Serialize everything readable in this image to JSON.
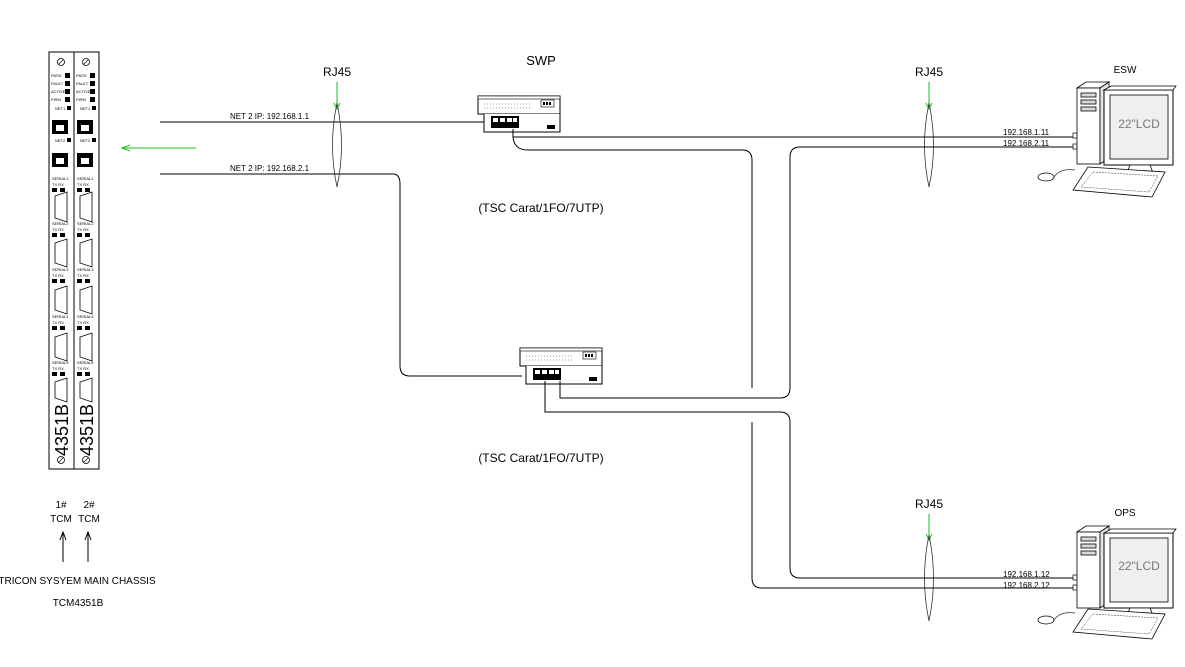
{
  "chassis": {
    "title": "TRICON SYSYEM MAIN CHASSIS",
    "model": "TCM4351B",
    "module_label": "4351B",
    "module1": {
      "num": "1#",
      "name": "TCM"
    },
    "module2": {
      "num": "2#",
      "name": "TCM"
    },
    "status_labels": [
      "PASS",
      "FAULT",
      "ACTIVE",
      "FIRM"
    ],
    "port_labels": [
      "NET1",
      "NET2"
    ],
    "serial_labels": [
      "SERIAL1",
      "SERIAL2",
      "SERIAL3",
      "SERIAL4",
      "SERIAL5"
    ],
    "txrx": "TX  RX"
  },
  "network": {
    "net2_a": "NET 2   IP: 192.168.1.1",
    "net2_b": "NET 2   IP: 192.168.2.1",
    "rj45": "RJ45",
    "swp": "SWP",
    "switch_model": "(TSC Carat/1FO/7UTP)"
  },
  "esw": {
    "label": "ESW",
    "ip1": "192.168.1.11",
    "ip2": "192.168.2.11",
    "monitor": "22\"LCD"
  },
  "ops": {
    "label": "OPS",
    "ip1": "192.168.1.12",
    "ip2": "192.168.2.12",
    "monitor": "22\"LCD"
  }
}
